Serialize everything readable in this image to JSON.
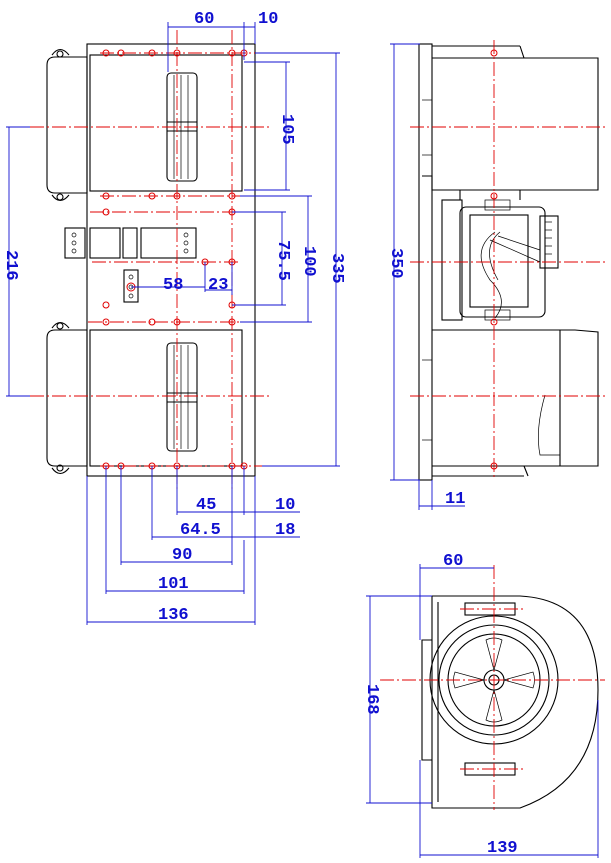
{
  "colors": {
    "outline": "#000000",
    "dimension": "#1010d0",
    "centerline": "#e00000"
  },
  "dimensions": {
    "front_top_60": "60",
    "front_top_10": "10",
    "front_105": "105",
    "front_216": "216",
    "front_75_5": "75.5",
    "front_100": "100",
    "front_335": "335",
    "front_58": "58",
    "front_23": "23",
    "front_45": "45",
    "front_10_bottom": "10",
    "front_64_5": "64.5",
    "front_18": "18",
    "front_90": "90",
    "front_101": "101",
    "front_136": "136",
    "side_350": "350",
    "side_11": "11",
    "end_60": "60",
    "end_168": "168",
    "end_139": "139"
  }
}
